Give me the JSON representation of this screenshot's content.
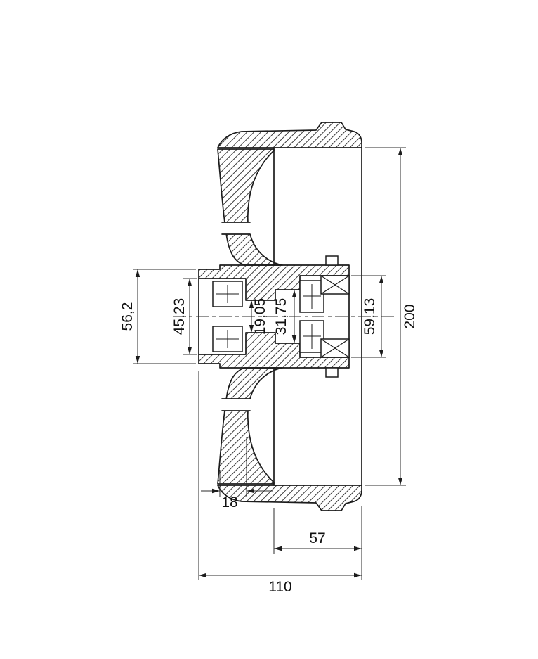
{
  "drawing": {
    "type": "technical-section-drawing",
    "subject": "brake drum with hub and tapered bearings, full cross-section",
    "line_color": "#1c1c1c",
    "background": "#ffffff",
    "units_style": "comma-decimal millimetres",
    "dims": {
      "d56_2": "56,2",
      "d45_23": "45,23",
      "d19_05": "19,05",
      "d31_75": "31,75",
      "d59_13": "59,13",
      "d200": "200",
      "d18": "18",
      "d57": "57",
      "d110": "110"
    }
  }
}
